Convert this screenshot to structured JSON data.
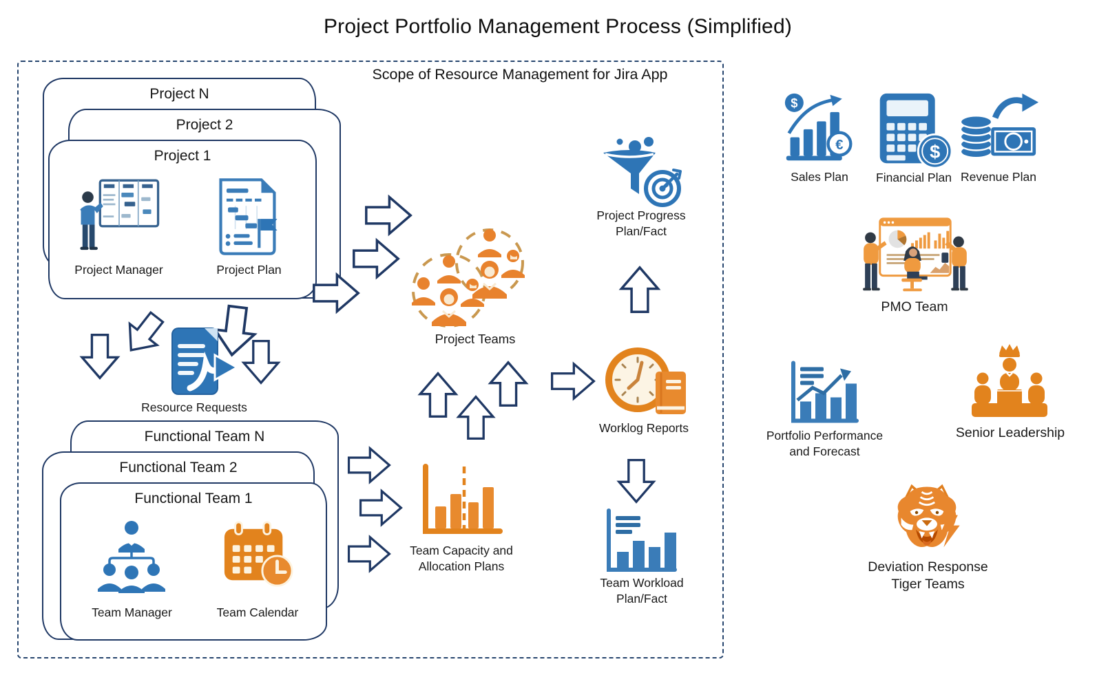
{
  "title": "Project Portfolio Management Process (Simplified)",
  "colors": {
    "navy": "#1f3864",
    "blue": "#2e75b6",
    "blue_dark": "#2e6da4",
    "orange": "#e2831d",
    "orange_light": "#e88a2e",
    "background": "#ffffff"
  },
  "scope_box": {
    "label": "Scope of Resource Management for Jira App"
  },
  "project_stack": {
    "cards": [
      {
        "label": "Project N"
      },
      {
        "label": "Project 2"
      },
      {
        "label": "Project 1"
      }
    ],
    "manager_label": "Project Manager",
    "plan_label": "Project Plan"
  },
  "resource_requests": {
    "label": "Resource Requests"
  },
  "functional_stack": {
    "cards": [
      {
        "label": "Functional Team N"
      },
      {
        "label": "Functional Team 2"
      },
      {
        "label": "Functional Team 1"
      }
    ],
    "manager_label": "Team Manager",
    "calendar_label": "Team Calendar"
  },
  "center": {
    "project_teams_label": "Project Teams",
    "team_capacity_lines": [
      "Team Capacity and",
      "Allocation Plans"
    ],
    "project_progress_lines": [
      "Project Progress",
      "Plan/Fact"
    ],
    "worklog_label": "Worklog Reports",
    "team_workload_lines": [
      "Team Workload",
      "Plan/Fact"
    ]
  },
  "right_panel": {
    "sales_plan_label": "Sales Plan",
    "financial_plan_label": "Financial Plan",
    "revenue_plan_label": "Revenue Plan",
    "pmo_team_label": "PMO Team",
    "portfolio_performance_lines": [
      "Portfolio Performance",
      "and Forecast"
    ],
    "senior_leadership_label": "Senior Leadership",
    "tiger_teams_lines": [
      "Deviation Response",
      "Tiger Teams"
    ]
  },
  "icons": [
    "project-manager-icon",
    "project-plan-icon",
    "resource-requests-icon",
    "team-manager-icon",
    "team-calendar-icon",
    "project-teams-icon",
    "team-capacity-icon",
    "project-progress-icon",
    "worklog-reports-icon",
    "team-workload-icon",
    "sales-plan-icon",
    "financial-plan-icon",
    "revenue-plan-icon",
    "pmo-team-icon",
    "portfolio-performance-icon",
    "senior-leadership-icon",
    "tiger-teams-icon",
    "block-arrow-icon"
  ]
}
